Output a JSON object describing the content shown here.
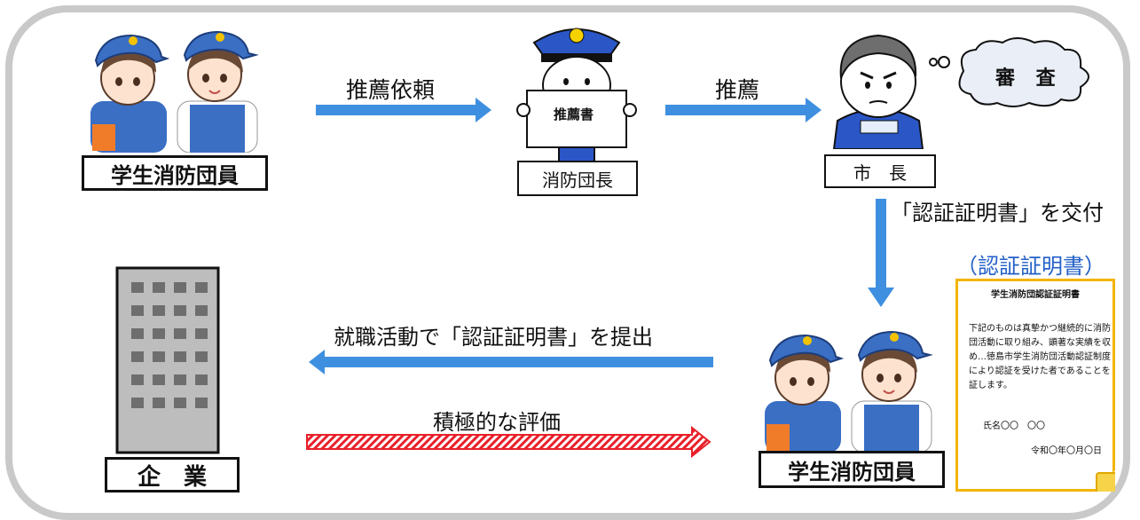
{
  "nodes": {
    "students_top": "学生消防団員",
    "chief": "消防団長",
    "chief_sign": "推薦書",
    "mayor": "市　長",
    "review": "審 査",
    "company": "企　業",
    "students_bottom": "学生消防団員"
  },
  "edges": {
    "request": "推薦依頼",
    "recommend": "推薦",
    "issue": "「認証証明書」を交付",
    "submit": "就職活動で「認証証明書」を提出",
    "evaluate": "積極的な評価"
  },
  "certificate": {
    "caption": "（認証証明書）",
    "title": "学生消防団認証証明書",
    "body": "下記のものは真摯かつ継続的に消防団活動に取り組み、顕著な実績を収め…徳島市学生消防団活動認証制度により認証を受けた者であることを証します。",
    "name_line": "氏名〇〇　〇〇",
    "date_line": "令和〇年〇月〇日"
  },
  "colors": {
    "arrow_blue": "#3f8fe0",
    "arrow_red": "#e8202a",
    "caption_blue": "#2360c8",
    "frame_gray": "#c9c9c9",
    "cert_border": "#f3b400"
  }
}
